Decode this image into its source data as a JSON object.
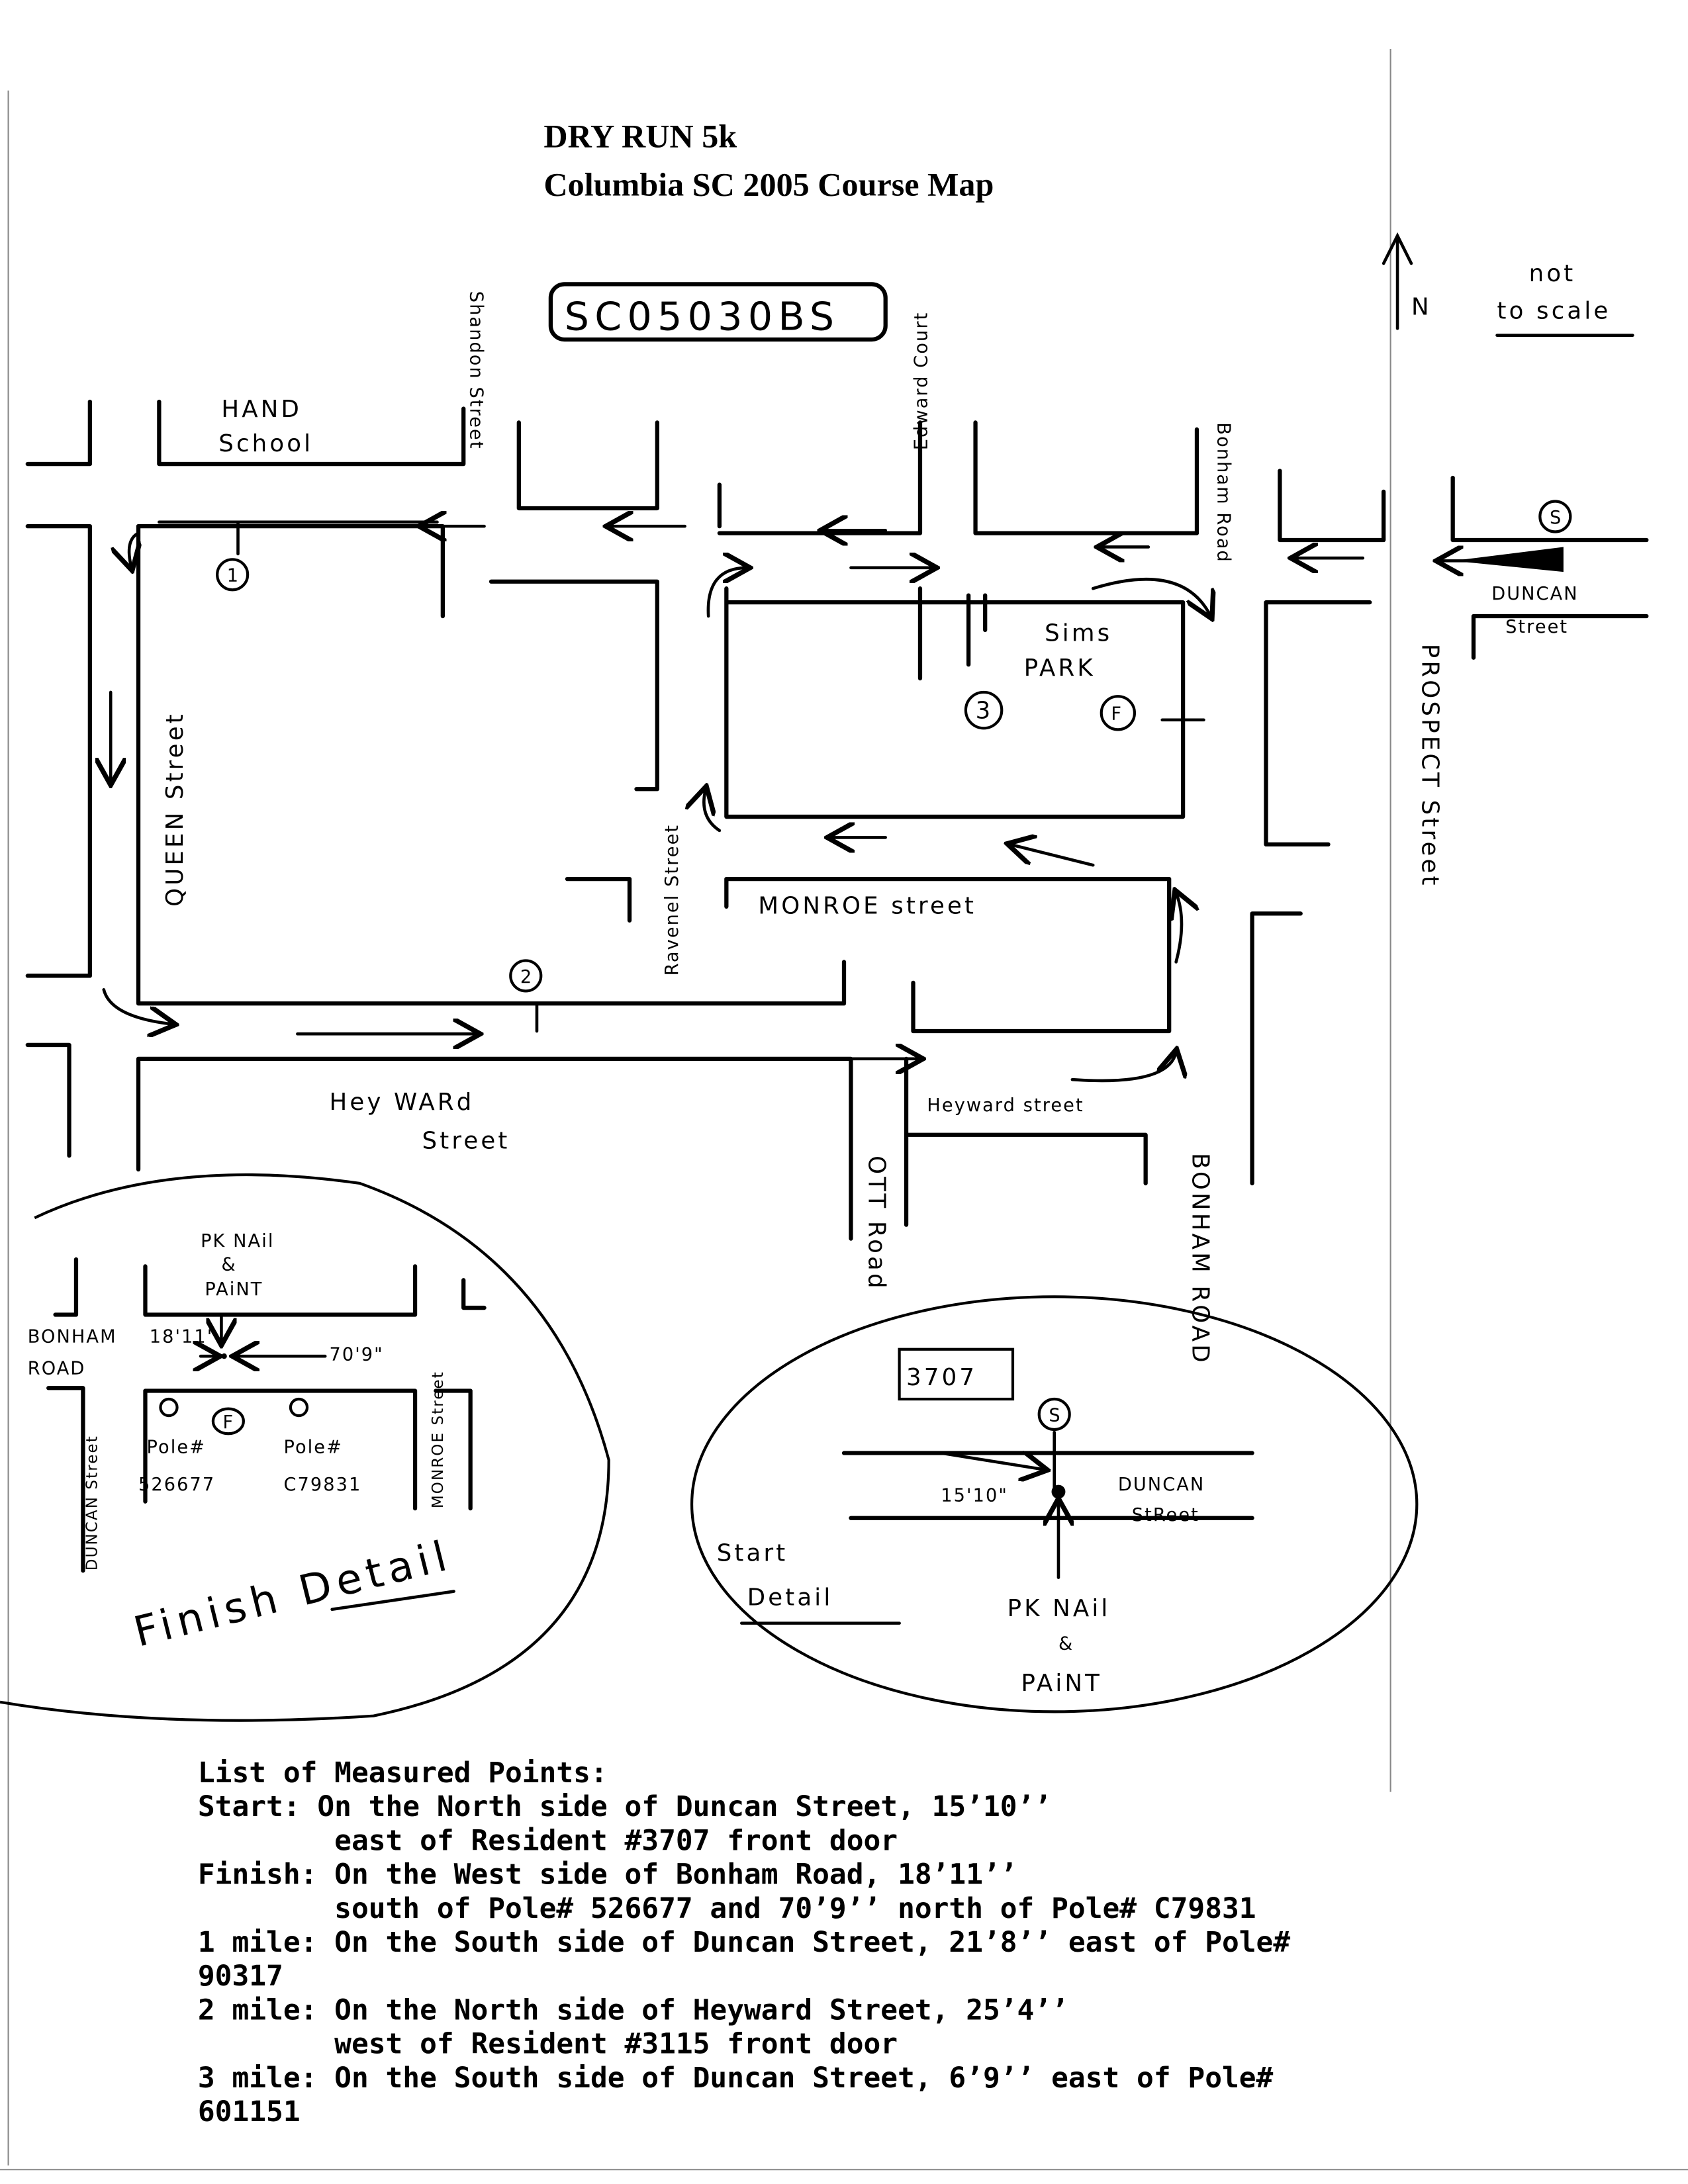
{
  "header": {
    "title": "DRY RUN 5k",
    "subtitle": "Columbia SC 2005 Course Map",
    "course_id": "SC05030BS"
  },
  "map": {
    "north_label": "N",
    "scale_note": [
      "not",
      "to scale"
    ],
    "streets": {
      "hand_school": [
        "HAND",
        "School"
      ],
      "shandon": "Shandon Street",
      "edward": "Edward Court",
      "bonham_top": "Bonham Road",
      "duncan": [
        "DUNCAN",
        "Street"
      ],
      "sims_park": [
        "Sims",
        "PARK"
      ],
      "prospect": "PROSPECT Street",
      "queen": "QUEEN Street",
      "ravenel": "Ravenel Street",
      "monroe": "MONROE street",
      "heyward_left": [
        "Hey WARd",
        "Street"
      ],
      "heyward_right": "Heyward street",
      "ott": "OTT Road",
      "bonham_bottom": "BONHAM ROAD"
    },
    "markers": {
      "mile1": "1",
      "mile2": "2",
      "mile3": "3",
      "finish": "F",
      "start": "S"
    }
  },
  "finish_detail": {
    "title": "Finish Detail",
    "pk_nail": [
      "PK NAil",
      "&",
      "PAiNT"
    ],
    "bonham": [
      "BONHAM",
      "ROAD"
    ],
    "dist_south": "18'11\"",
    "dist_north": "70'9\"",
    "pole1": [
      "Pole#",
      "526677"
    ],
    "pole2": [
      "Pole#",
      "C79831"
    ],
    "duncan": "DUNCAN Street",
    "monroe": "MONROE Street",
    "marker": "F"
  },
  "start_detail": {
    "title": [
      "Start",
      "Detail"
    ],
    "house": "3707",
    "marker": "S",
    "distance": "15'10\"",
    "street": [
      "DUNCAN",
      "StReet"
    ],
    "pk_nail": [
      "PK NAil",
      "&",
      "PAiNT"
    ]
  },
  "measured_points": {
    "heading": "List of Measured Points:",
    "lines": [
      "Start: On the North side of Duncan Street, 15’10’’",
      "        east of Resident #3707 front door",
      "Finish: On the West side of Bonham Road, 18’11’’",
      "        south of Pole# 526677 and 70’9’’ north of Pole# C79831",
      "1 mile: On the South side of Duncan Street, 21’8’’ east of Pole#",
      "90317",
      "2 mile: On the North side of Heyward Street, 25’4’’",
      "        west of Resident #3115 front door",
      "3 mile: On the South side of Duncan Street, 6’9’’ east of Pole#",
      "601151"
    ]
  }
}
